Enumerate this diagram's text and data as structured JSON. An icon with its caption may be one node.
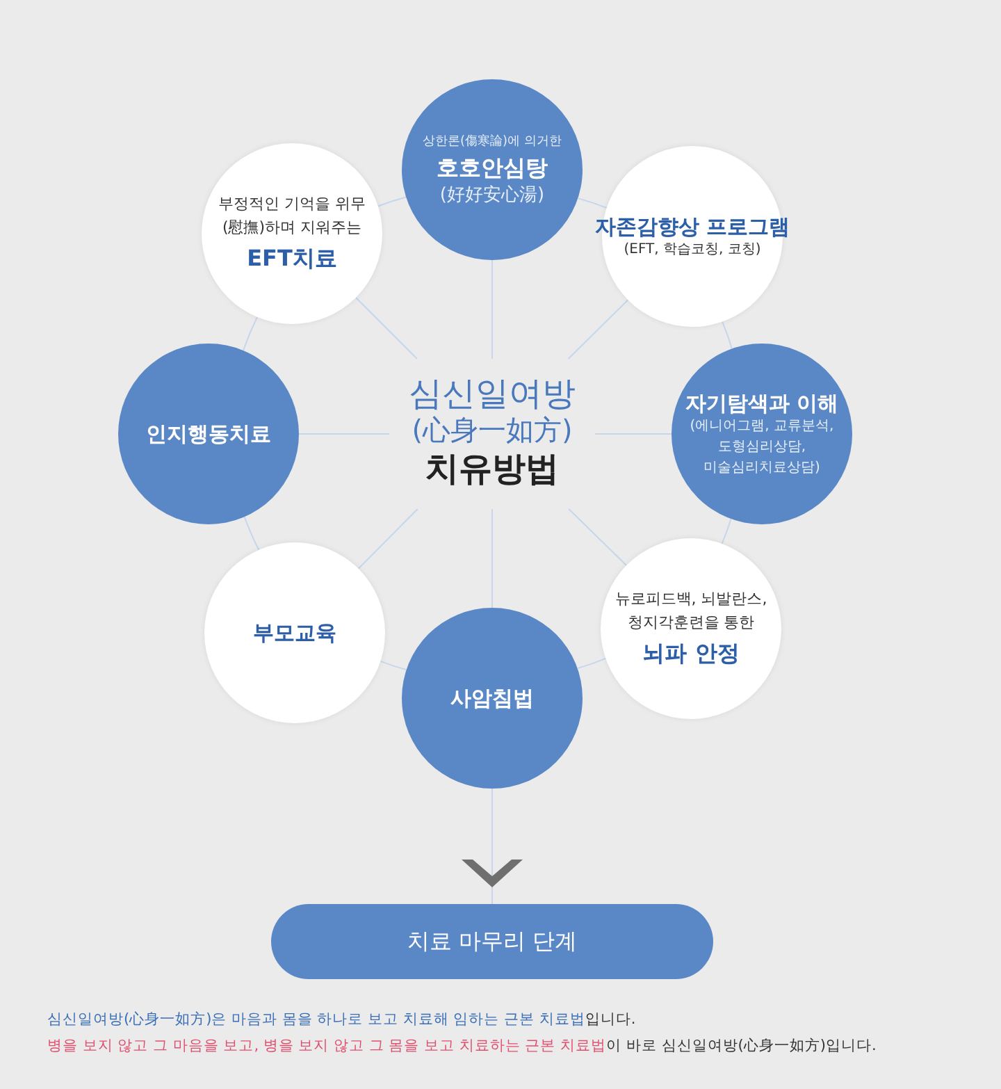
{
  "diagram": {
    "nodes": [
      {
        "text": [
          "상한론(傷寒論)에 의거한",
          "호호안심탕",
          "(好好安心湯)"
        ]
      },
      {
        "text": [
          "자존감향상 프로그램",
          "(EFT, 학습코칭, 코칭)"
        ]
      },
      {
        "text": [
          "자기탐색과 이해",
          "(에니어그램, 교류분석, 도형심리상담, 미술심리치료상담)"
        ]
      },
      {
        "text": [
          "뉴로피드백, 뇌발란스, 청지각훈련을 통한",
          "뇌파 안정"
        ]
      },
      {
        "text": [
          "사암침법"
        ]
      },
      {
        "text": [
          "부모교육"
        ]
      },
      {
        "text": [
          "인지행동치료"
        ]
      },
      {
        "text": [
          "부정적인 기억을 위무(慰撫)하며 지워주는",
          "EFT치료"
        ]
      },
      {
        "text": [
          "심신일여방",
          "(心身一如方)",
          "치유방법"
        ]
      },
      {
        "text": [
          "치료 마무리 단계"
        ]
      }
    ],
    "edges": [
      {
        "from": 8,
        "to": 0,
        "arrow": "none"
      },
      {
        "from": 8,
        "to": 1,
        "arrow": "none"
      },
      {
        "from": 8,
        "to": 2,
        "arrow": "none"
      },
      {
        "from": 8,
        "to": 3,
        "arrow": "none"
      },
      {
        "from": 8,
        "to": 4,
        "arrow": "none"
      },
      {
        "from": 8,
        "to": 5,
        "arrow": "none"
      },
      {
        "from": 8,
        "to": 6,
        "arrow": "none"
      },
      {
        "from": 8,
        "to": 7,
        "arrow": "none"
      },
      {
        "from": 0,
        "to": 1,
        "arrow": "none"
      },
      {
        "from": 1,
        "to": 2,
        "arrow": "none"
      },
      {
        "from": 2,
        "to": 3,
        "arrow": "none"
      },
      {
        "from": 3,
        "to": 4,
        "arrow": "none"
      },
      {
        "from": 4,
        "to": 5,
        "arrow": "none"
      },
      {
        "from": 5,
        "to": 6,
        "arrow": "none"
      },
      {
        "from": 6,
        "to": 7,
        "arrow": "none"
      },
      {
        "from": 7,
        "to": 0,
        "arrow": "none"
      },
      {
        "from": 4,
        "to": 9,
        "arrow": "to"
      }
    ],
    "labels": [
      "심신일여방(心身一如方)은 마음과 몸을 하나로 보고 치료해 임하는 근본 치료법",
      "입니다.",
      "병을 보지 않고 그 마음을 보고, 병을 보지 않고 그 몸을 보고 치료하는 근본 치료법",
      "이 바로 심신일여방(心身一如方)입니다."
    ]
  }
}
